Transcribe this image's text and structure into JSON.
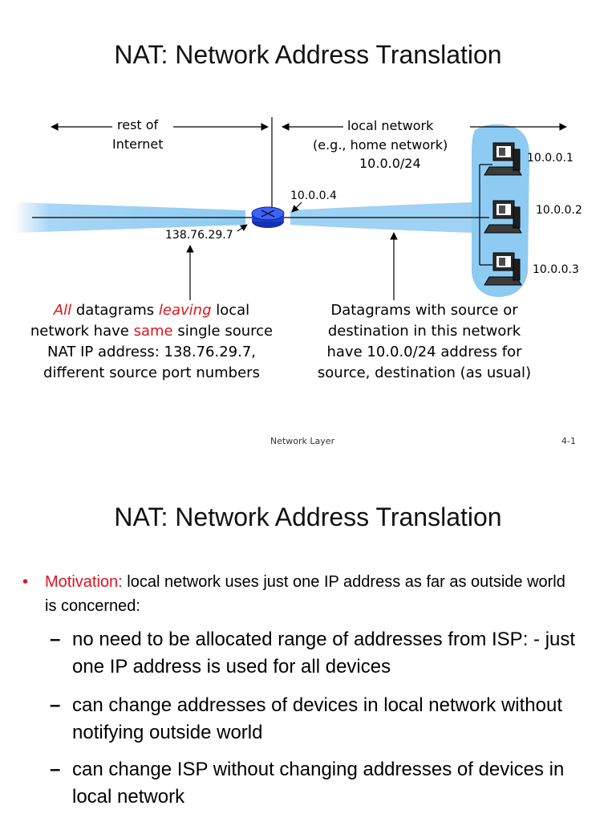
{
  "slide1": {
    "title": "NAT: Network Address Translation",
    "labels": {
      "rest_of": "rest of",
      "internet": "Internet",
      "local_network": "local network",
      "home_network": "(e.g., home network)",
      "subnet": "10.0.0/24"
    },
    "ips": {
      "router_inside": "10.0.0.4",
      "router_outside": "138.76.29.7",
      "host1": "10.0.0.1",
      "host2": "10.0.0.2",
      "host3": "10.0.0.3"
    },
    "left_caption": {
      "all": "All",
      "datagrams": " datagrams ",
      "leaving": "leaving",
      "local": " local",
      "line2a": "network have ",
      "same": "same",
      "line2b": " single source",
      "line3": "NAT IP address: 138.76.29.7,",
      "line4": "different source port numbers"
    },
    "right_caption": {
      "line1": "Datagrams with source or",
      "line2": "destination in this network",
      "line3": "have 10.0.0/24 address for",
      "line4": "source, destination (as usual)"
    },
    "footer": {
      "left": "Network Layer",
      "right": "4-1"
    },
    "colors": {
      "network_blue": "#a9d6f5",
      "router_blue": "#1f3fd8",
      "highlight_red": "#e0141e"
    }
  },
  "slide2": {
    "title": "NAT: Network Address Translation",
    "bullet": {
      "label": "Motivation:",
      "text": " local network uses just one IP address as far as outside world is concerned:"
    },
    "subbullets": [
      "no need to be allocated range of addresses from ISP: - just one IP address is used for all devices",
      "can change addresses of devices in local network without notifying outside world",
      "can change ISP without changing addresses of devices in local network"
    ]
  }
}
